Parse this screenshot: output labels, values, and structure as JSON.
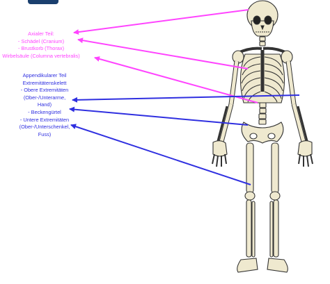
{
  "colors": {
    "axial": "#ff44ff",
    "appendicular": "#2f2fe0",
    "bone_fill": "#efe9cf",
    "bone_stroke": "#333333",
    "header": "#1a3f6e"
  },
  "axial": {
    "lines": [
      "Axialer Teil:",
      "- Schädel (Cranium)",
      "- Brustkorb (Thorax)",
      "Wirbelsäule (Columna vertebralis)"
    ]
  },
  "appendicular": {
    "lines": [
      "Appendikularer Teil",
      "Extremitätenskelett",
      "- Obere Extremitäten",
      "(Ober-/Unterarme,",
      "Hand)",
      "- Beckengürtel",
      "- Untere Extremitäten",
      "(Ober-/Unterschenkel,",
      "Fuss)"
    ]
  }
}
